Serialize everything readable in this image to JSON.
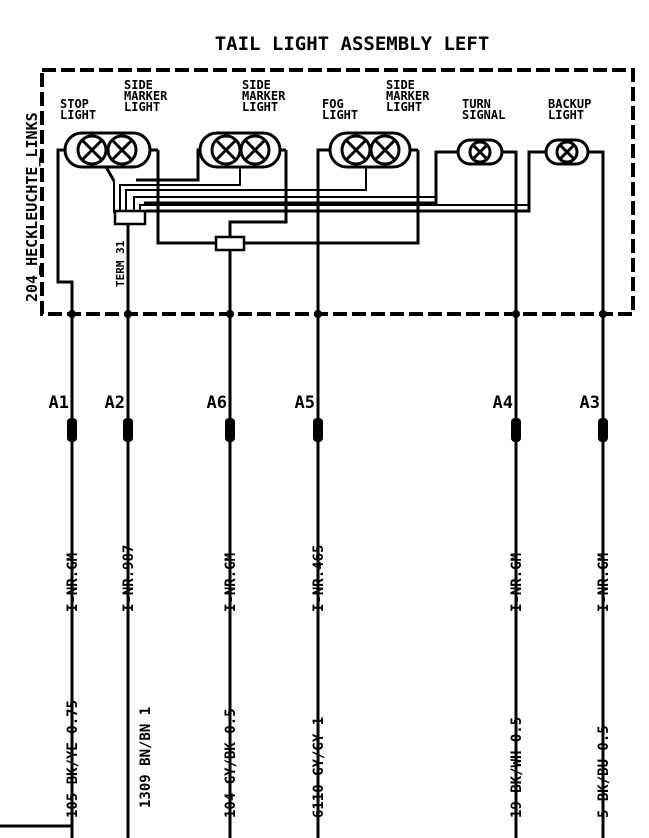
{
  "title": "TAIL LIGHT ASSEMBLY LEFT",
  "assembly_id": "204_HECKLEUCHTE_LINKS",
  "components": [
    {
      "label_lines": [
        "STOP",
        "LIGHT"
      ]
    },
    {
      "label_lines": [
        "SIDE",
        "MARKER",
        "LIGHT"
      ]
    },
    {
      "label_lines": [
        "SIDE",
        "MARKER",
        "LIGHT"
      ]
    },
    {
      "label_lines": [
        "FOG",
        "LIGHT"
      ]
    },
    {
      "label_lines": [
        "SIDE",
        "MARKER",
        "LIGHT"
      ]
    },
    {
      "label_lines": [
        "TURN",
        "SIGNAL"
      ]
    },
    {
      "label_lines": [
        "BACKUP",
        "LIGHT"
      ]
    }
  ],
  "term_label": "TERM 31",
  "pins": [
    {
      "connector": "A1",
      "splice": "I-NR.GM",
      "wire": "105 BK/YE 0.75"
    },
    {
      "connector": "A2",
      "splice": "I-NR.987",
      "wire": "1309 BN/BN 1"
    },
    {
      "connector": "A6",
      "splice": "I-NR.GM",
      "wire": "104 GY/BK 0.5"
    },
    {
      "connector": "A5",
      "splice": "I-NR.465",
      "wire": "6110 GY/GY 1"
    },
    {
      "connector": "A4",
      "splice": "I-NR.GM",
      "wire": "19 BK/WH 0.5"
    },
    {
      "connector": "A3",
      "splice": "I-NR.GM",
      "wire": "5 BK/BU 0.5"
    }
  ]
}
